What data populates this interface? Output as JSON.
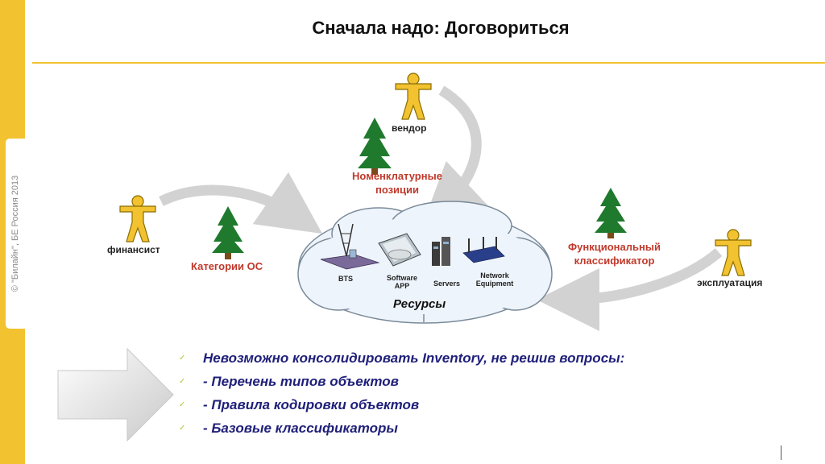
{
  "copyright": "© \"Билайн\", БЕ Россия 2013",
  "title": "Сначала надо: Договориться",
  "actors": {
    "vendor": "вендор",
    "financier": "финансист",
    "operations": "эксплуатация"
  },
  "trees": {
    "nomenclature": "Номенклатурные позиции",
    "os_categories": "Категории ОС",
    "functional": "Функциональный классификатор"
  },
  "resources": {
    "label": "Ресурсы",
    "items": [
      {
        "label": "BTS",
        "icon": "bts-tower-icon"
      },
      {
        "label": "Software APP",
        "icon": "software-app-icon"
      },
      {
        "label": "Servers",
        "icon": "servers-icon"
      },
      {
        "label": "Network Equipment",
        "icon": "network-equipment-icon"
      }
    ]
  },
  "bullets": [
    "Невозможно консолидировать Inventory, не решив вопросы:",
    "- Перечень типов объектов",
    "- Правила кодировки объектов",
    "- Базовые классификаторы"
  ],
  "colors": {
    "accent_yellow": "#f2c230",
    "tree_green": "#1f7a2e",
    "label_red": "#c0392b",
    "bullet_blue": "#1f1f7a",
    "cloud_fill": "#eef4fb",
    "cloud_stroke": "#7a8a99"
  }
}
